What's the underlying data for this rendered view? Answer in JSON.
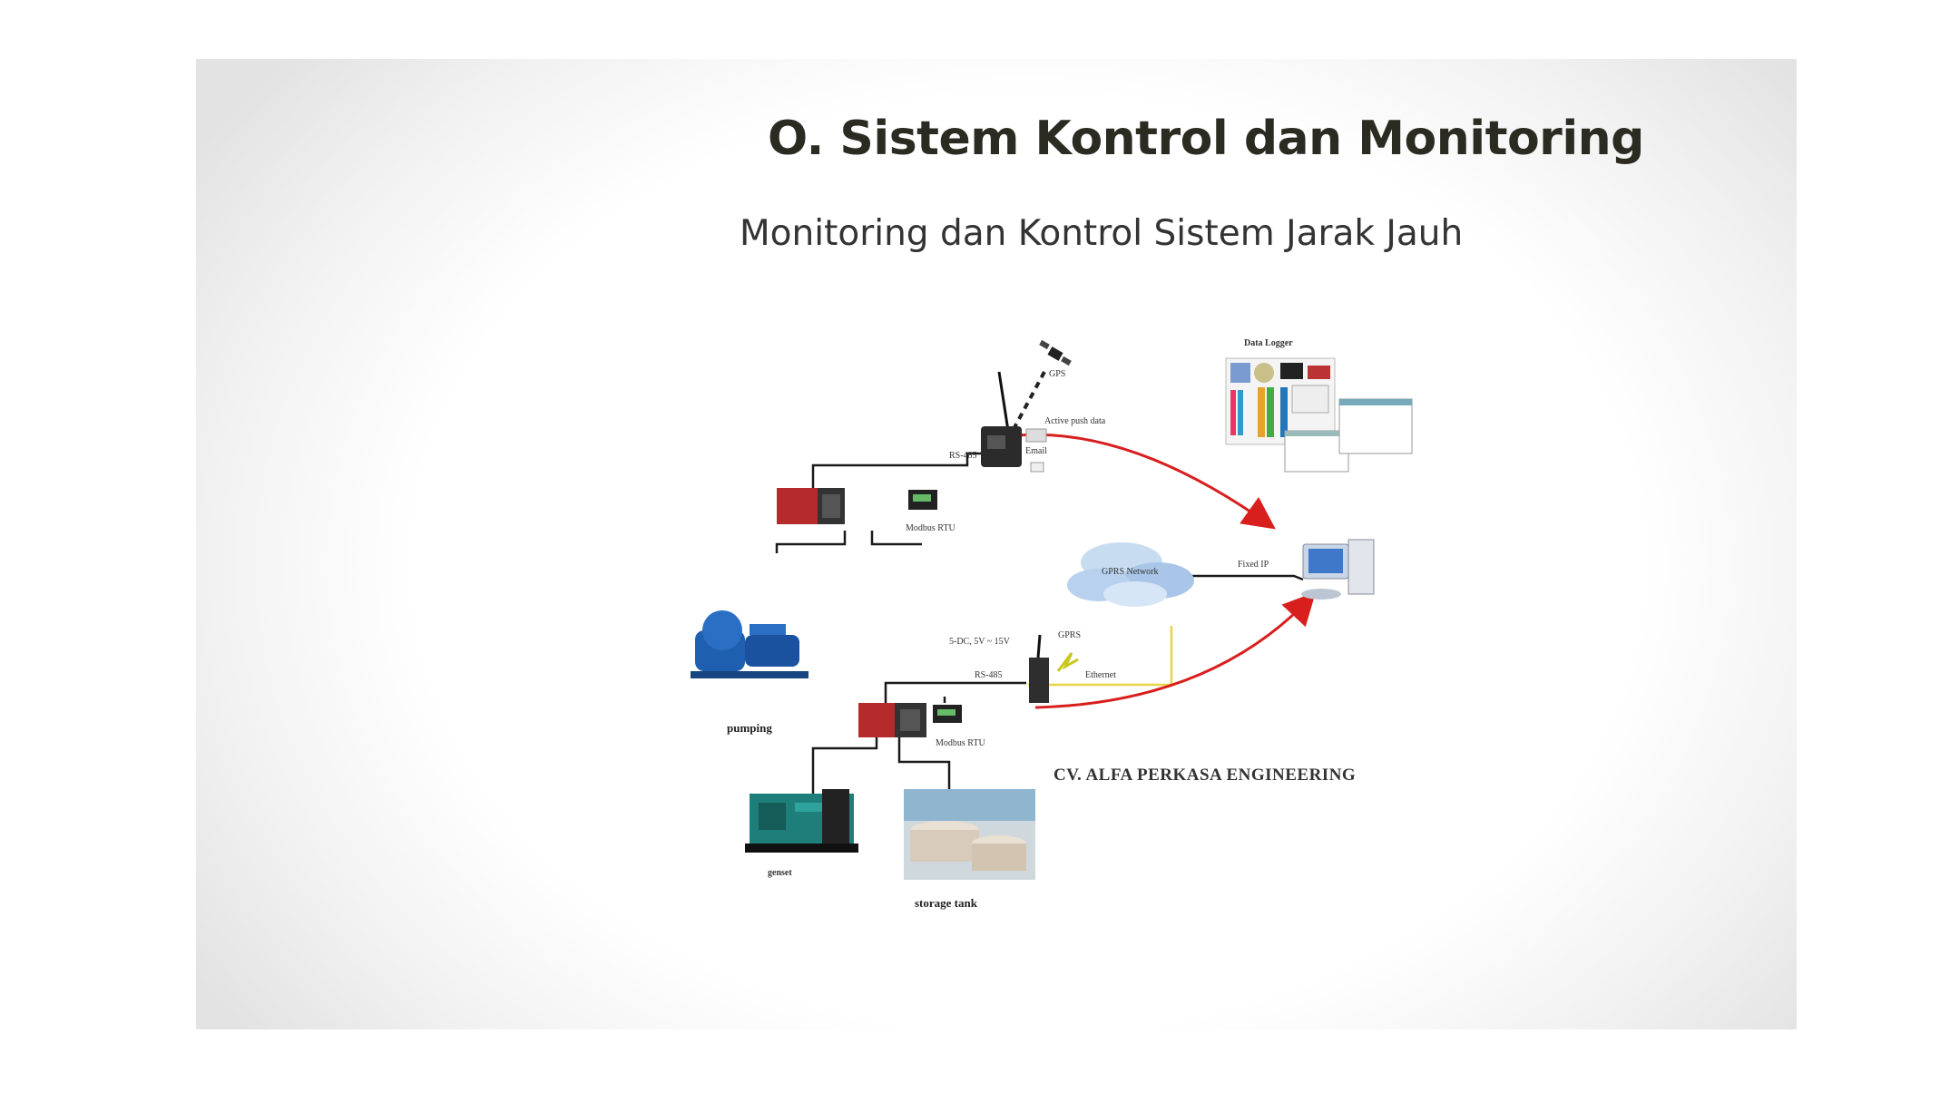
{
  "slide": {
    "title": "O. Sistem Kontrol dan Monitoring",
    "subtitle": "Monitoring dan Kontrol Sistem Jarak Jauh"
  },
  "diagram": {
    "labels": {
      "data_logger": "Data Logger",
      "gps": "GPS",
      "active_push": "Active push data",
      "rs485_top": "RS-485",
      "modbus_top": "Modbus RTU",
      "gprs_network": "GPRS Network",
      "fixed_ip": "Fixed IP",
      "voltage": "5-DC, 5V ~ 15V",
      "gprs": "GPRS",
      "rs485_bottom": "RS-485",
      "ethernet": "Ethernet",
      "modbus_bottom": "Modbus RTU",
      "pumping": "pumping",
      "genset": "genset",
      "storage_tank": "storage tank",
      "company": "CV. ALFA PERKASA ENGINEERING"
    },
    "colors": {
      "arrow": "#d91e1e",
      "cable": "#1a1a1a",
      "ethernet_line": "#e8d44a",
      "pump": "#1f5fb0",
      "genset": "#1e7f7a",
      "cloud": "#a9c6e8"
    }
  }
}
